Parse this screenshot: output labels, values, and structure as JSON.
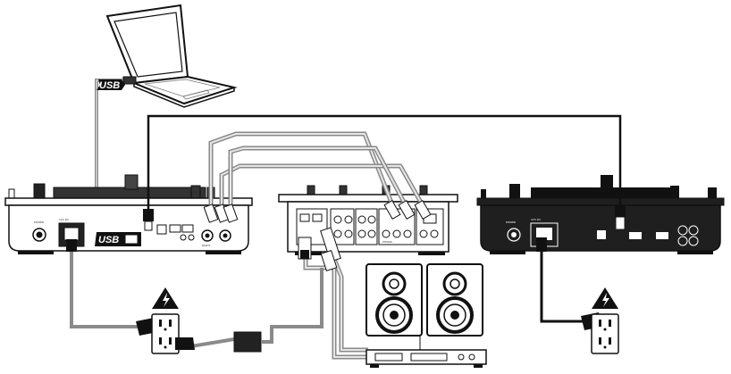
{
  "labels": {
    "usb_laptop": "USB",
    "usb_deck": "USB"
  },
  "components": [
    "laptop",
    "left-dj-controller",
    "mixer",
    "right-dj-controller",
    "left-speaker",
    "right-speaker",
    "power-amplifier",
    "left-power-outlet",
    "right-power-outlet",
    "power-adapter"
  ],
  "colors": {
    "stroke": "#111111",
    "cable_gray": "#8a8a8a",
    "cable_light": "#d6d6d6",
    "device_fill": "#ffffff",
    "right_deck_fill": "#1f1f1f",
    "warning_fill": "#111111"
  }
}
